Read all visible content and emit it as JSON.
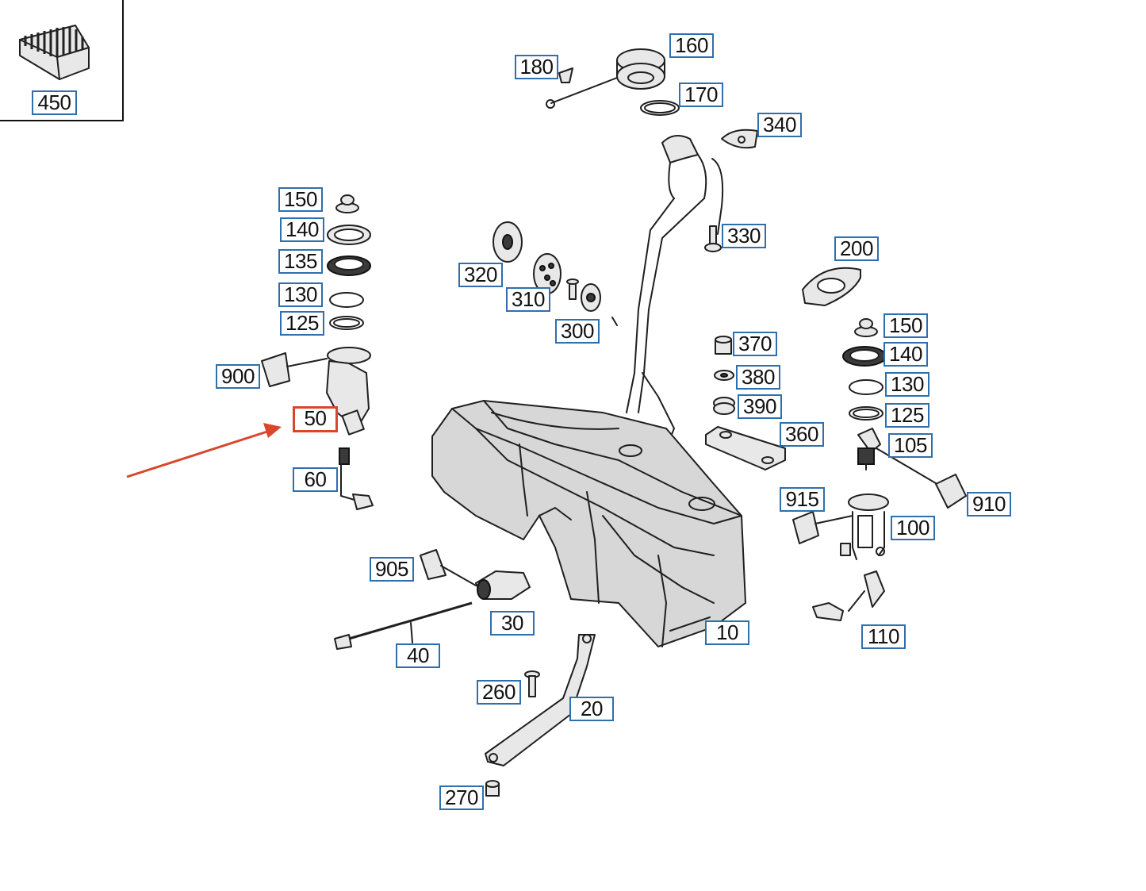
{
  "colors": {
    "label_border": "#2f6fae",
    "highlight_border": "#d9462b",
    "arrow": "#d9462b",
    "line": "#1f1f1f"
  },
  "highlighted_part": "50",
  "labels": {
    "p450": "450",
    "p180": "180",
    "p160": "160",
    "p170": "170",
    "p340": "340",
    "p150a": "150",
    "p140a": "140",
    "p135": "135",
    "p130a": "130",
    "p125a": "125",
    "p900": "900",
    "p50": "50",
    "p60": "60",
    "p320": "320",
    "p310": "310",
    "p300": "300",
    "p330": "330",
    "p200": "200",
    "p370": "370",
    "p380": "380",
    "p390": "390",
    "p360": "360",
    "p150b": "150",
    "p140b": "140",
    "p130b": "130",
    "p125b": "125",
    "p105": "105",
    "p910": "910",
    "p915": "915",
    "p100": "100",
    "p905": "905",
    "p30": "30",
    "p40": "40",
    "p10": "10",
    "p110": "110",
    "p260": "260",
    "p20": "20",
    "p270": "270"
  }
}
